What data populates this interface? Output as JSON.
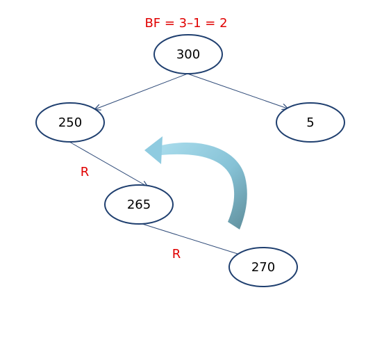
{
  "diagram": {
    "balance_factor": "BF = 3–1 = 2",
    "nodes": {
      "root": "300",
      "left": "250",
      "right": "5",
      "left_right": "265",
      "left_right_right": "270"
    },
    "edge_labels": {
      "first_right": "R",
      "second_right": "R"
    },
    "rotation_icon": "curved-rotation-arrow-icon"
  },
  "colors": {
    "node_stroke": "#1f3f6f",
    "edge_stroke": "#2e4a78",
    "annotation": "#e00000",
    "arrow_light": "#8fcbe0",
    "arrow_dark": "#6a9aa8"
  }
}
